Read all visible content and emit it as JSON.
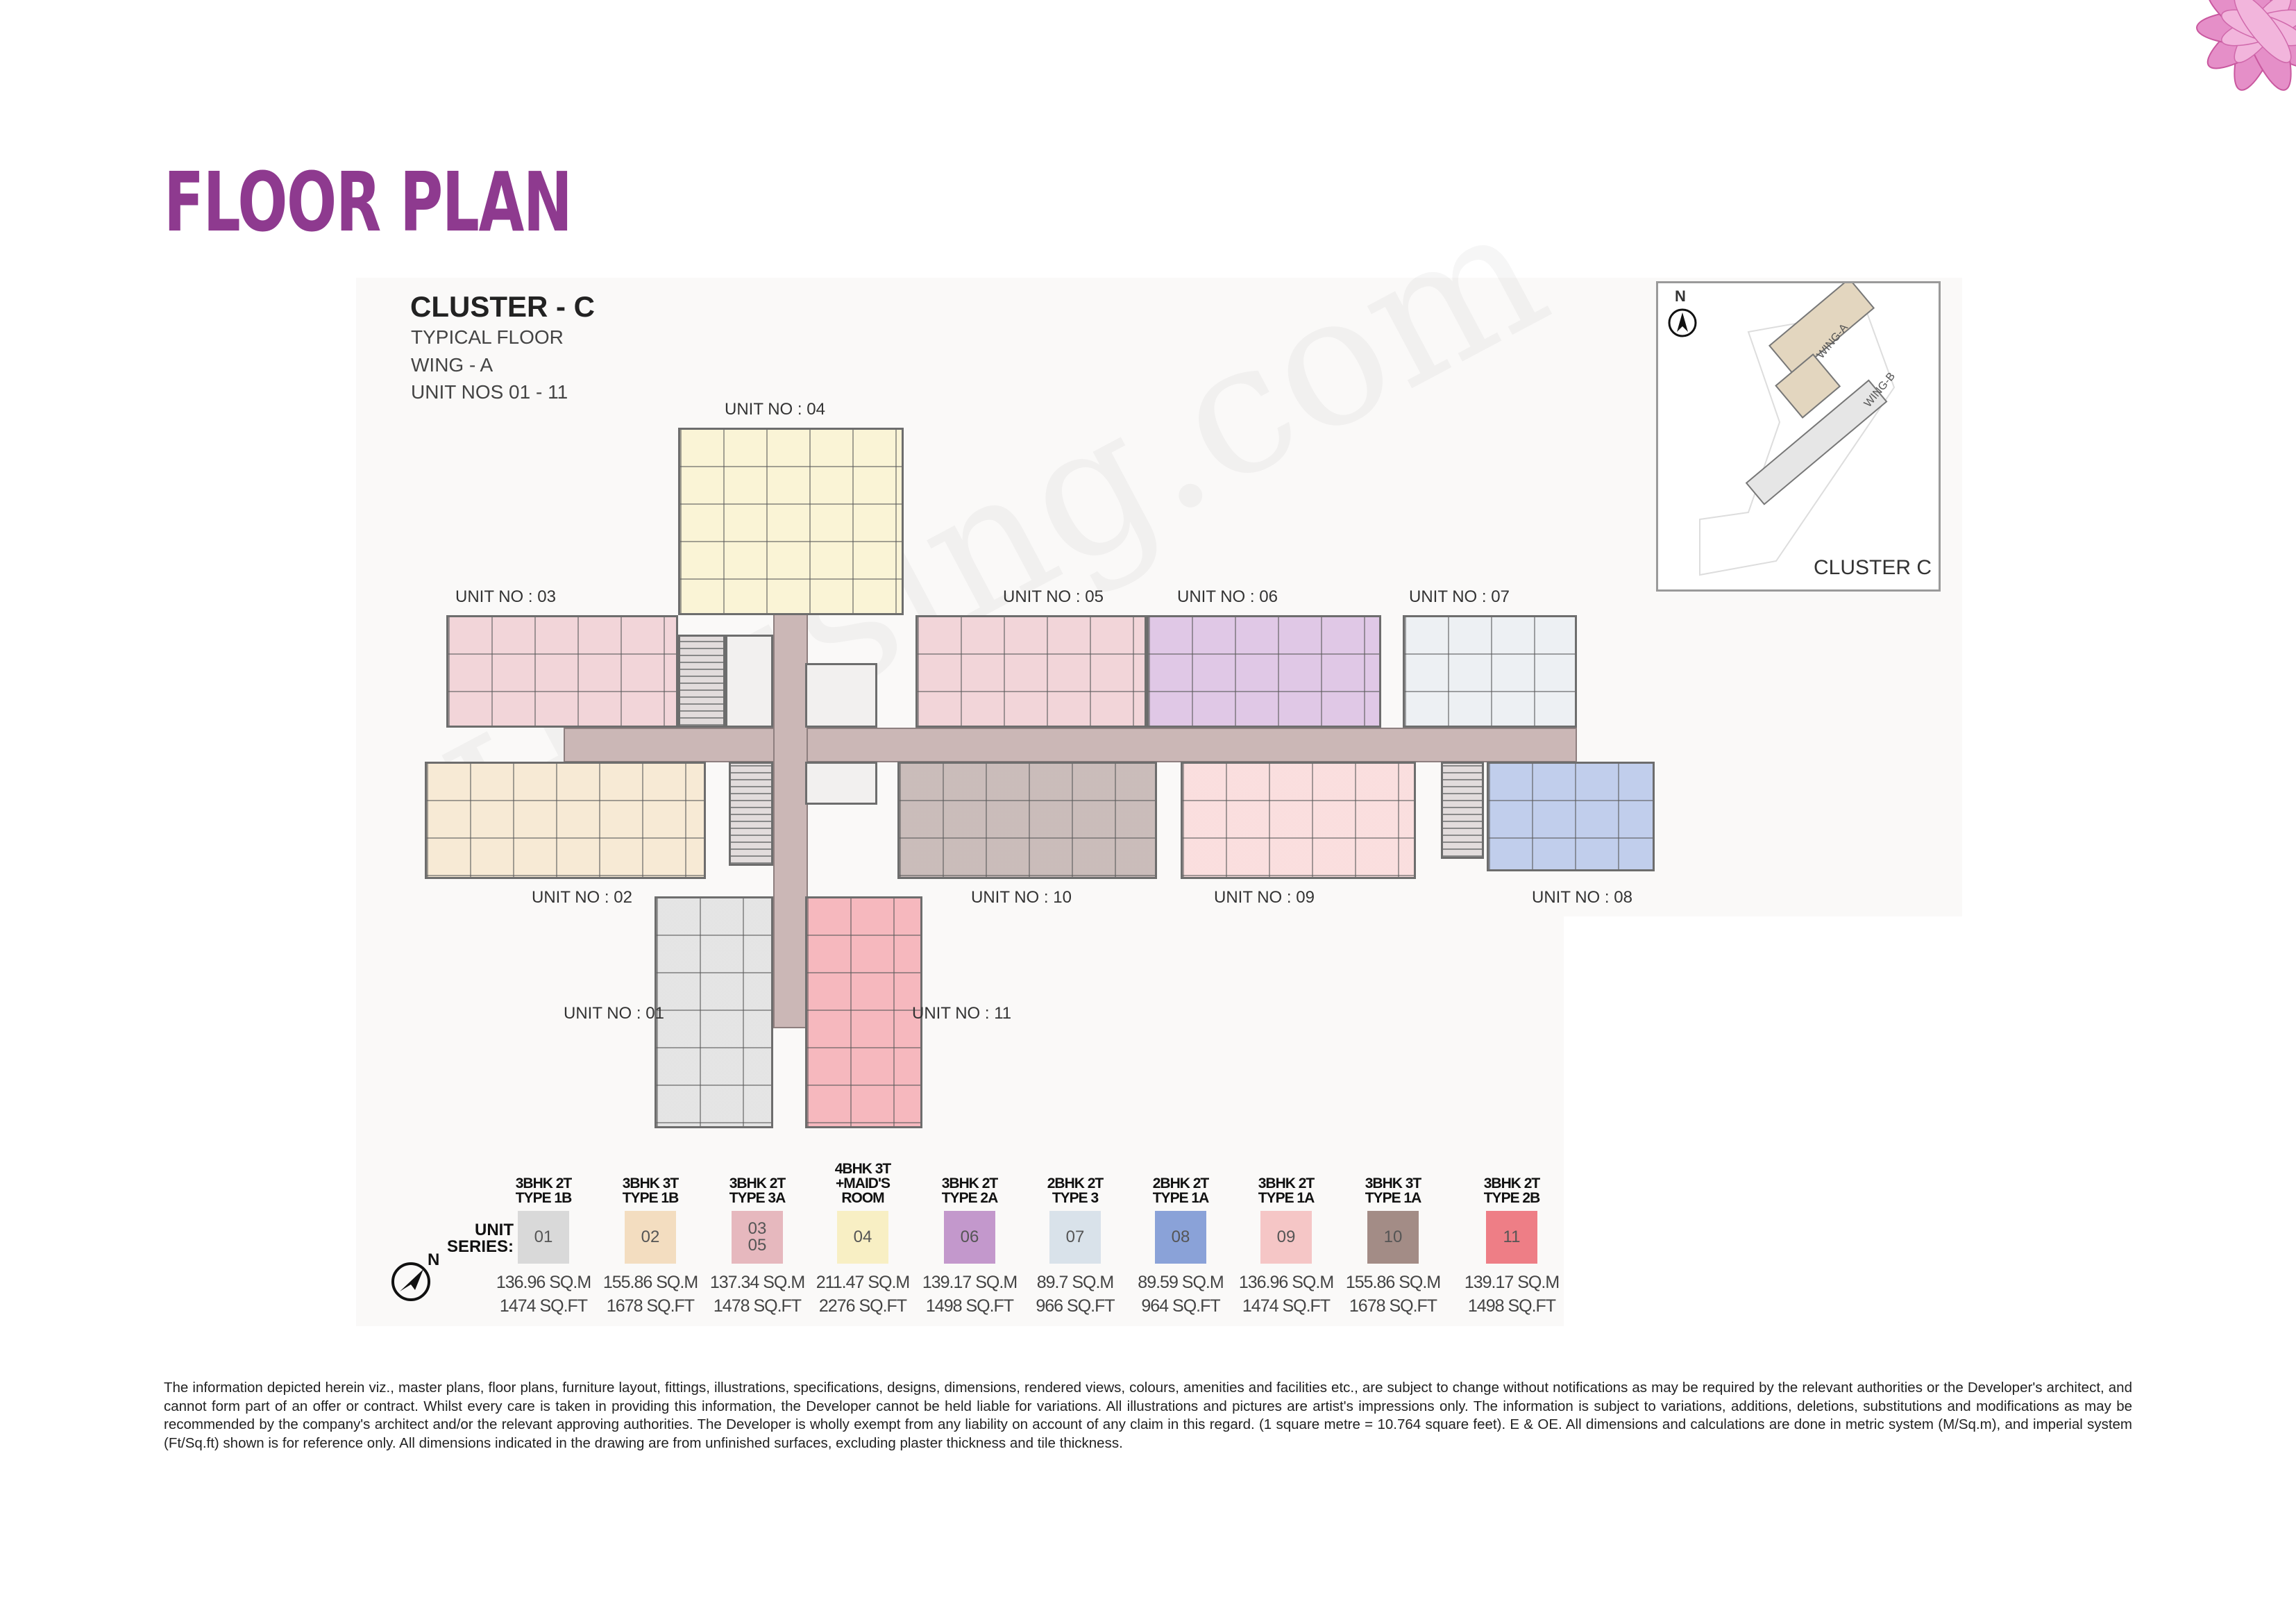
{
  "page_title": "FLOOR PLAN",
  "plan": {
    "cluster": "CLUSTER - C",
    "floor": "TYPICAL FLOOR",
    "wing": "WING - A",
    "units_range": "UNIT NOS  01 - 11",
    "watermark": "Housing.com",
    "units": [
      {
        "id": "01",
        "label": "UNIT NO : 01",
        "color": "#cfcfcf"
      },
      {
        "id": "02",
        "label": "UNIT NO : 02",
        "color": "#f0d8b3"
      },
      {
        "id": "03",
        "label": "UNIT NO : 03",
        "color": "#e8b3ba"
      },
      {
        "id": "04",
        "label": "UNIT NO : 04",
        "color": "#f5ebb5"
      },
      {
        "id": "05",
        "label": "UNIT NO : 05",
        "color": "#e8b3ba"
      },
      {
        "id": "06",
        "label": "UNIT NO : 06",
        "color": "#c69ad1"
      },
      {
        "id": "07",
        "label": "UNIT NO : 07",
        "color": "#dfe4ea"
      },
      {
        "id": "08",
        "label": "UNIT NO : 08",
        "color": "#8ea5dc"
      },
      {
        "id": "09",
        "label": "UNIT NO : 09",
        "color": "#f5c4c4"
      },
      {
        "id": "10",
        "label": "UNIT NO : 10",
        "color": "#9f8681"
      },
      {
        "id": "11",
        "label": "UNIT NO : 11",
        "color": "#ee7e88"
      }
    ]
  },
  "key_plan": {
    "north": "N",
    "wing_a": "WING-A",
    "wing_b": "WING-B",
    "label": "CLUSTER  C"
  },
  "legend": {
    "series_label": "UNIT SERIES:",
    "north": "N",
    "items": [
      {
        "type": [
          "3BHK 2T",
          "TYPE 1B"
        ],
        "series": "01",
        "sqm": "136.96 SQ.M",
        "sqft": "1474 SQ.FT",
        "color": "#d9d9d9"
      },
      {
        "type": [
          "3BHK 3T",
          "TYPE 1B"
        ],
        "series": "02",
        "sqm": "155.86 SQ.M",
        "sqft": "1678 SQ.FT",
        "color": "#f3ddc0"
      },
      {
        "type": [
          "3BHK 2T",
          "TYPE 3A"
        ],
        "series": "03\n05",
        "sqm": "137.34 SQ.M",
        "sqft": "1478 SQ.FT",
        "color": "#e6b8be"
      },
      {
        "type": [
          "4BHK 3T",
          "+MAID'S",
          "ROOM"
        ],
        "series": "04",
        "sqm": "211.47 SQ.M",
        "sqft": "2276 SQ.FT",
        "color": "#f8efc4"
      },
      {
        "type": [
          "3BHK 2T",
          "TYPE 2A"
        ],
        "series": "06",
        "sqm": "139.17 SQ.M",
        "sqft": "1498 SQ.FT",
        "color": "#c398cc"
      },
      {
        "type": [
          "2BHK 2T",
          "TYPE 3"
        ],
        "series": "07",
        "sqm": "89.7 SQ.M",
        "sqft": "966 SQ.FT",
        "color": "#d9e2ea"
      },
      {
        "type": [
          "2BHK 2T",
          "TYPE 1A"
        ],
        "series": "08",
        "sqm": "89.59 SQ.M",
        "sqft": "964 SQ.FT",
        "color": "#8aa2d8"
      },
      {
        "type": [
          "3BHK 2T",
          "TYPE 1A"
        ],
        "series": "09",
        "sqm": "136.96 SQ.M",
        "sqft": "1474 SQ.FT",
        "color": "#f5c6c6"
      },
      {
        "type": [
          "3BHK 3T",
          "TYPE 1A"
        ],
        "series": "10",
        "sqm": "155.86 SQ.M",
        "sqft": "1678 SQ.FT",
        "color": "#a38c86"
      },
      {
        "type": [
          "3BHK 2T",
          "TYPE 2B"
        ],
        "series": "11",
        "sqm": "139.17 SQ.M",
        "sqft": "1498 SQ.FT",
        "color": "#ee7e86"
      }
    ]
  },
  "disclaimer": "The information depicted herein viz., master plans, floor plans, furniture layout, fittings, illustrations, specifications, designs, dimensions, rendered views, colours, amenities and facilities etc., are subject to change without notifications as may be required by the relevant authorities or the Developer's architect, and cannot form part of an offer or contract. Whilst every care is taken in providing this information, the Developer cannot be held liable for variations. All illustrations and pictures are artist's impressions only. The information is subject to variations, additions, deletions, substitutions and modifications as may be recommended by the company's architect and/or the relevant approving authorities. The Developer is wholly exempt from any liability on account of any claim in this regard. (1 square metre = 10.764 square feet). E & OE. All dimensions and calculations are done in metric system (M/Sq.m), and imperial system (Ft/Sq.ft) shown is for reference only. All dimensions indicated in the drawing are from unfinished surfaces, excluding plaster thickness and tile thickness."
}
